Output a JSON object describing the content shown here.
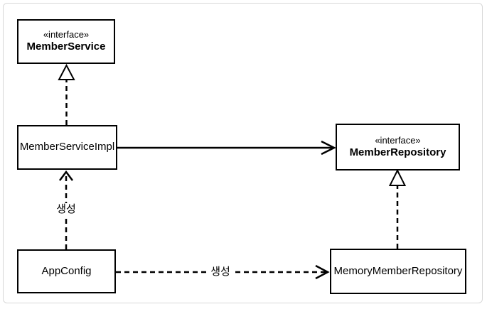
{
  "diagram": {
    "title": "spring-core-class-dependency-diagram",
    "nodes": [
      {
        "id": "member-service",
        "stereotype": "«interface»",
        "name": "MemberService"
      },
      {
        "id": "member-service-impl",
        "stereotype": "",
        "name": "MemberServiceImpl"
      },
      {
        "id": "member-repository",
        "stereotype": "«interface»",
        "name": "MemberRepository"
      },
      {
        "id": "app-config",
        "stereotype": "",
        "name": "AppConfig"
      },
      {
        "id": "memory-member-repository",
        "stereotype": "",
        "name": "MemoryMemberRepository"
      }
    ],
    "edges": [
      {
        "from": "MemberServiceImpl",
        "to": "MemberService",
        "type": "realization",
        "style": "dashed",
        "arrowhead": "hollow-triangle",
        "label": ""
      },
      {
        "from": "MemberServiceImpl",
        "to": "MemberRepository",
        "type": "dependency",
        "style": "solid",
        "arrowhead": "open",
        "label": ""
      },
      {
        "from": "AppConfig",
        "to": "MemberServiceImpl",
        "type": "dependency",
        "style": "dashed",
        "arrowhead": "open",
        "label": "생성"
      },
      {
        "from": "AppConfig",
        "to": "MemoryMemberRepository",
        "type": "dependency",
        "style": "dashed",
        "arrowhead": "open",
        "label": "생성"
      },
      {
        "from": "MemoryMemberRepository",
        "to": "MemberRepository",
        "type": "realization",
        "style": "dashed",
        "arrowhead": "hollow-triangle",
        "label": ""
      }
    ],
    "colors": {
      "line": "#000000",
      "box_border": "#000000",
      "box_fill": "#ffffff",
      "frame_border": "#d8d8d8",
      "background": "#ffffff"
    }
  }
}
